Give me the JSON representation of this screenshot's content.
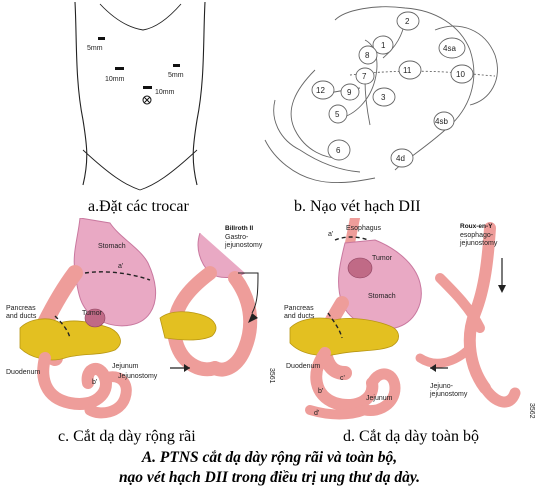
{
  "panel_a": {
    "caption": "a.Đặt các trocar",
    "trocars": [
      "5mm",
      "10mm",
      "5mm",
      "10mm"
    ]
  },
  "panel_b": {
    "caption": "b. Nạo vét hạch DII",
    "lymph_nodes": [
      "1",
      "2",
      "3",
      "4sa",
      "4sb",
      "4d",
      "5",
      "6",
      "7",
      "8",
      "9",
      "10",
      "11",
      "12"
    ]
  },
  "panel_c": {
    "caption": "c. Cắt dạ dày rộng rãi",
    "labels": {
      "stomach": "Stomach",
      "a_prime": "a'",
      "tumor": "Tumor",
      "pancreas": "Pancreas\nand ducts",
      "duodenum": "Duodenum",
      "jejunum": "Jejunum",
      "jejunostomy": "Jejunostomy",
      "b_prime": "b'",
      "billroth_title": "Billroth II",
      "billroth_sub": "Gastro-\njejunostomy",
      "fig_no": "3561"
    }
  },
  "panel_d": {
    "caption": "d. Cắt dạ dày toàn bộ",
    "labels": {
      "a_prime": "a'",
      "esophagus": "Esophagus",
      "tumor": "Tumor",
      "stomach": "Stomach",
      "pancreas": "Pancreas\nand ducts",
      "duodenum": "Duodenum",
      "jejunum": "Jejunum",
      "c_prime": "c'",
      "b_prime": "b'",
      "d_prime": "d'",
      "roux_title": "Roux-en-Y",
      "roux_sub": "esophago-\njejunostomy",
      "jejuno_label": "Jejuno-\njejunostomy",
      "fig_no": "3562"
    }
  },
  "figure_caption": {
    "line1": "A. PTNS cắt dạ dày rộng rãi và toàn bộ,",
    "line2": "nạo vét hạch DII trong điều trị ung thư dạ dày."
  },
  "colors": {
    "stomach_fill": "#e9a9c4",
    "stomach_dark": "#c9789f",
    "intestine": "#ee9d9a",
    "pancreas": "#e3c021",
    "tumor": "#c06a86",
    "line": "#333333"
  }
}
